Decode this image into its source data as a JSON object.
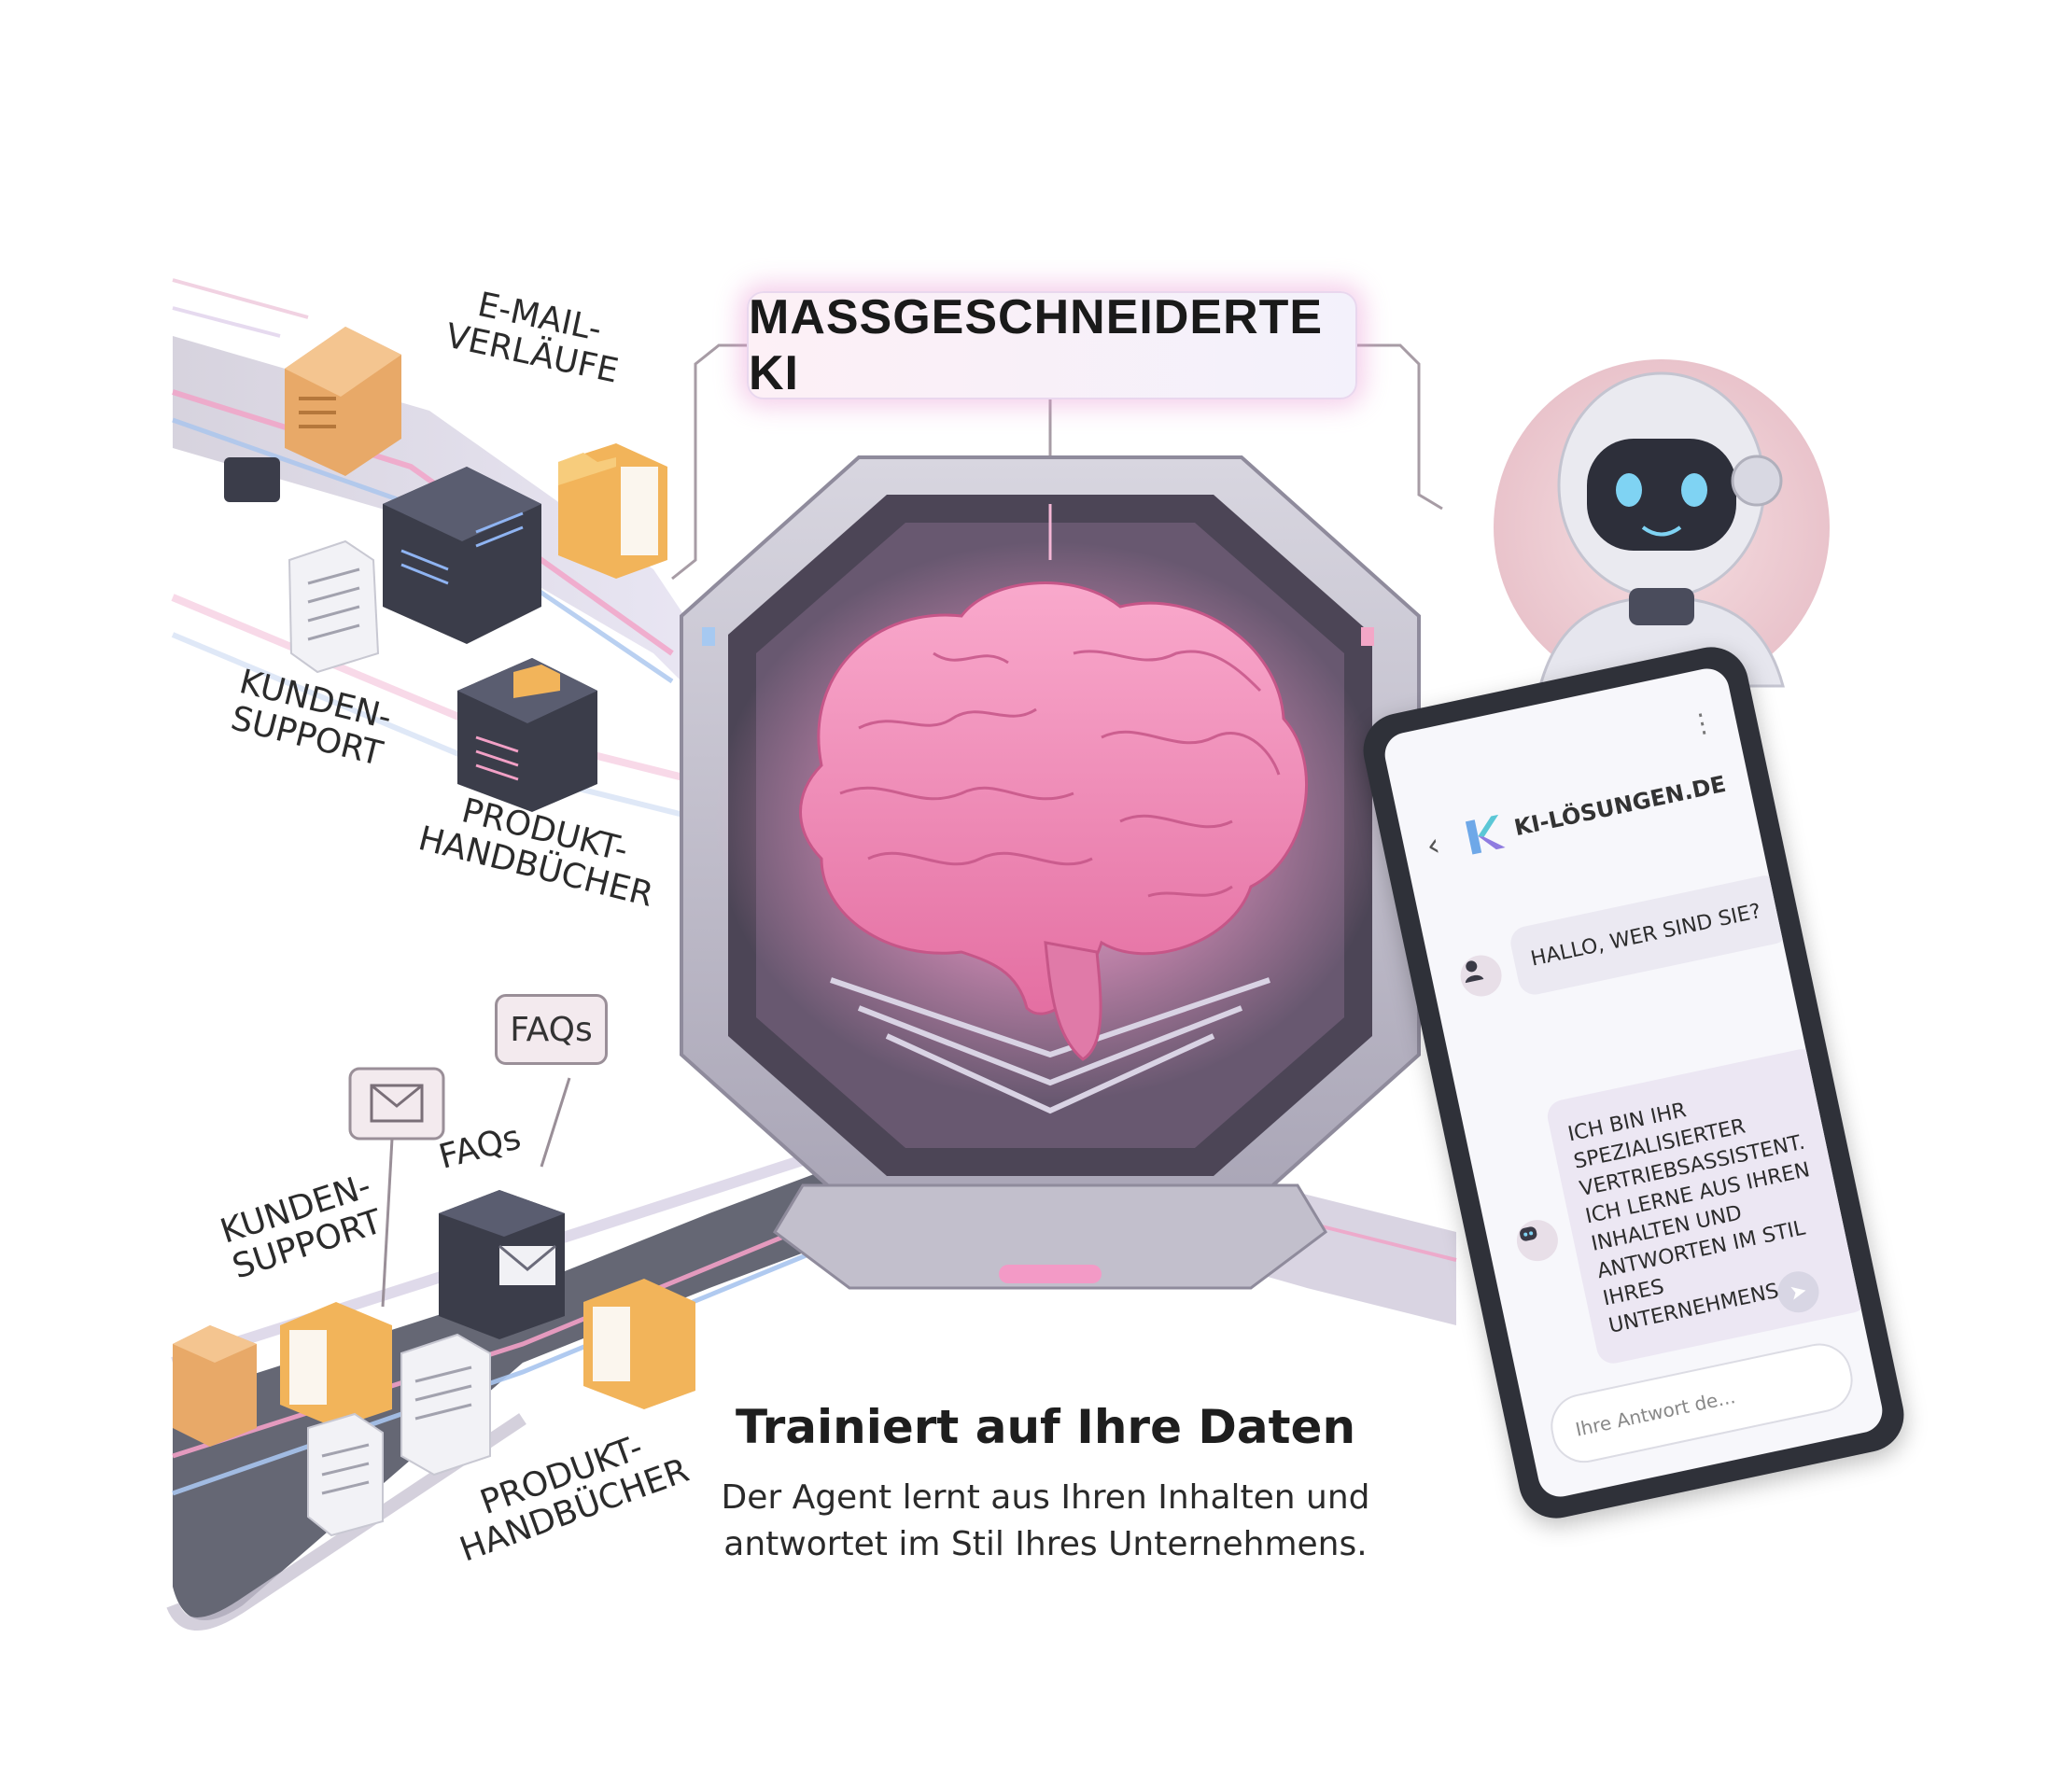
{
  "title": "MASSGESCHNEIDERTE KI",
  "labels": {
    "email": "E-MAIL-\nVERLÄUFE",
    "kunden_top": "KUNDEN-\nSUPPORT",
    "produkt_top": "PRODUKT-\nHANDBÜCHER",
    "faq_bubble": "FAQs",
    "faqs_small": "FAQs",
    "kunden_bottom": "KUNDEN-\nSUPPORT",
    "produkt_bottom": "PRODUKT-\nHANDBÜCHER"
  },
  "caption": {
    "heading": "Trainiert auf Ihre Daten",
    "line1": "Der Agent lernt aus Ihren Inhalten und",
    "line2": "antwortet im Stil Ihres Unternehmens."
  },
  "chat": {
    "site": "KI-LÖSUNGEN.DE",
    "user_message": "Hallo, wer sind Sie?",
    "bot_message": "Ich bin Ihr spezialisierter Vertriebsassistent. Ich lerne aus Ihren Inhalten und antworten im Stil Ihres Unternehmens.",
    "input_placeholder": "Ihre Antwort de..."
  },
  "icons": {
    "brain": "brain-icon",
    "robot": "robot-avatar",
    "envelope": "envelope-icon",
    "folder": "folder-icon",
    "document": "document-icon",
    "box": "box-icon",
    "send": "send-icon",
    "back": "chevron-left-icon",
    "user": "user-icon"
  },
  "colors": {
    "brain": "#f08cb8",
    "glow": "#e896d2",
    "folder": "#f2b45a",
    "box": "#e8a968",
    "frame": "#b9b6c4",
    "tablet": "#2f3139"
  }
}
